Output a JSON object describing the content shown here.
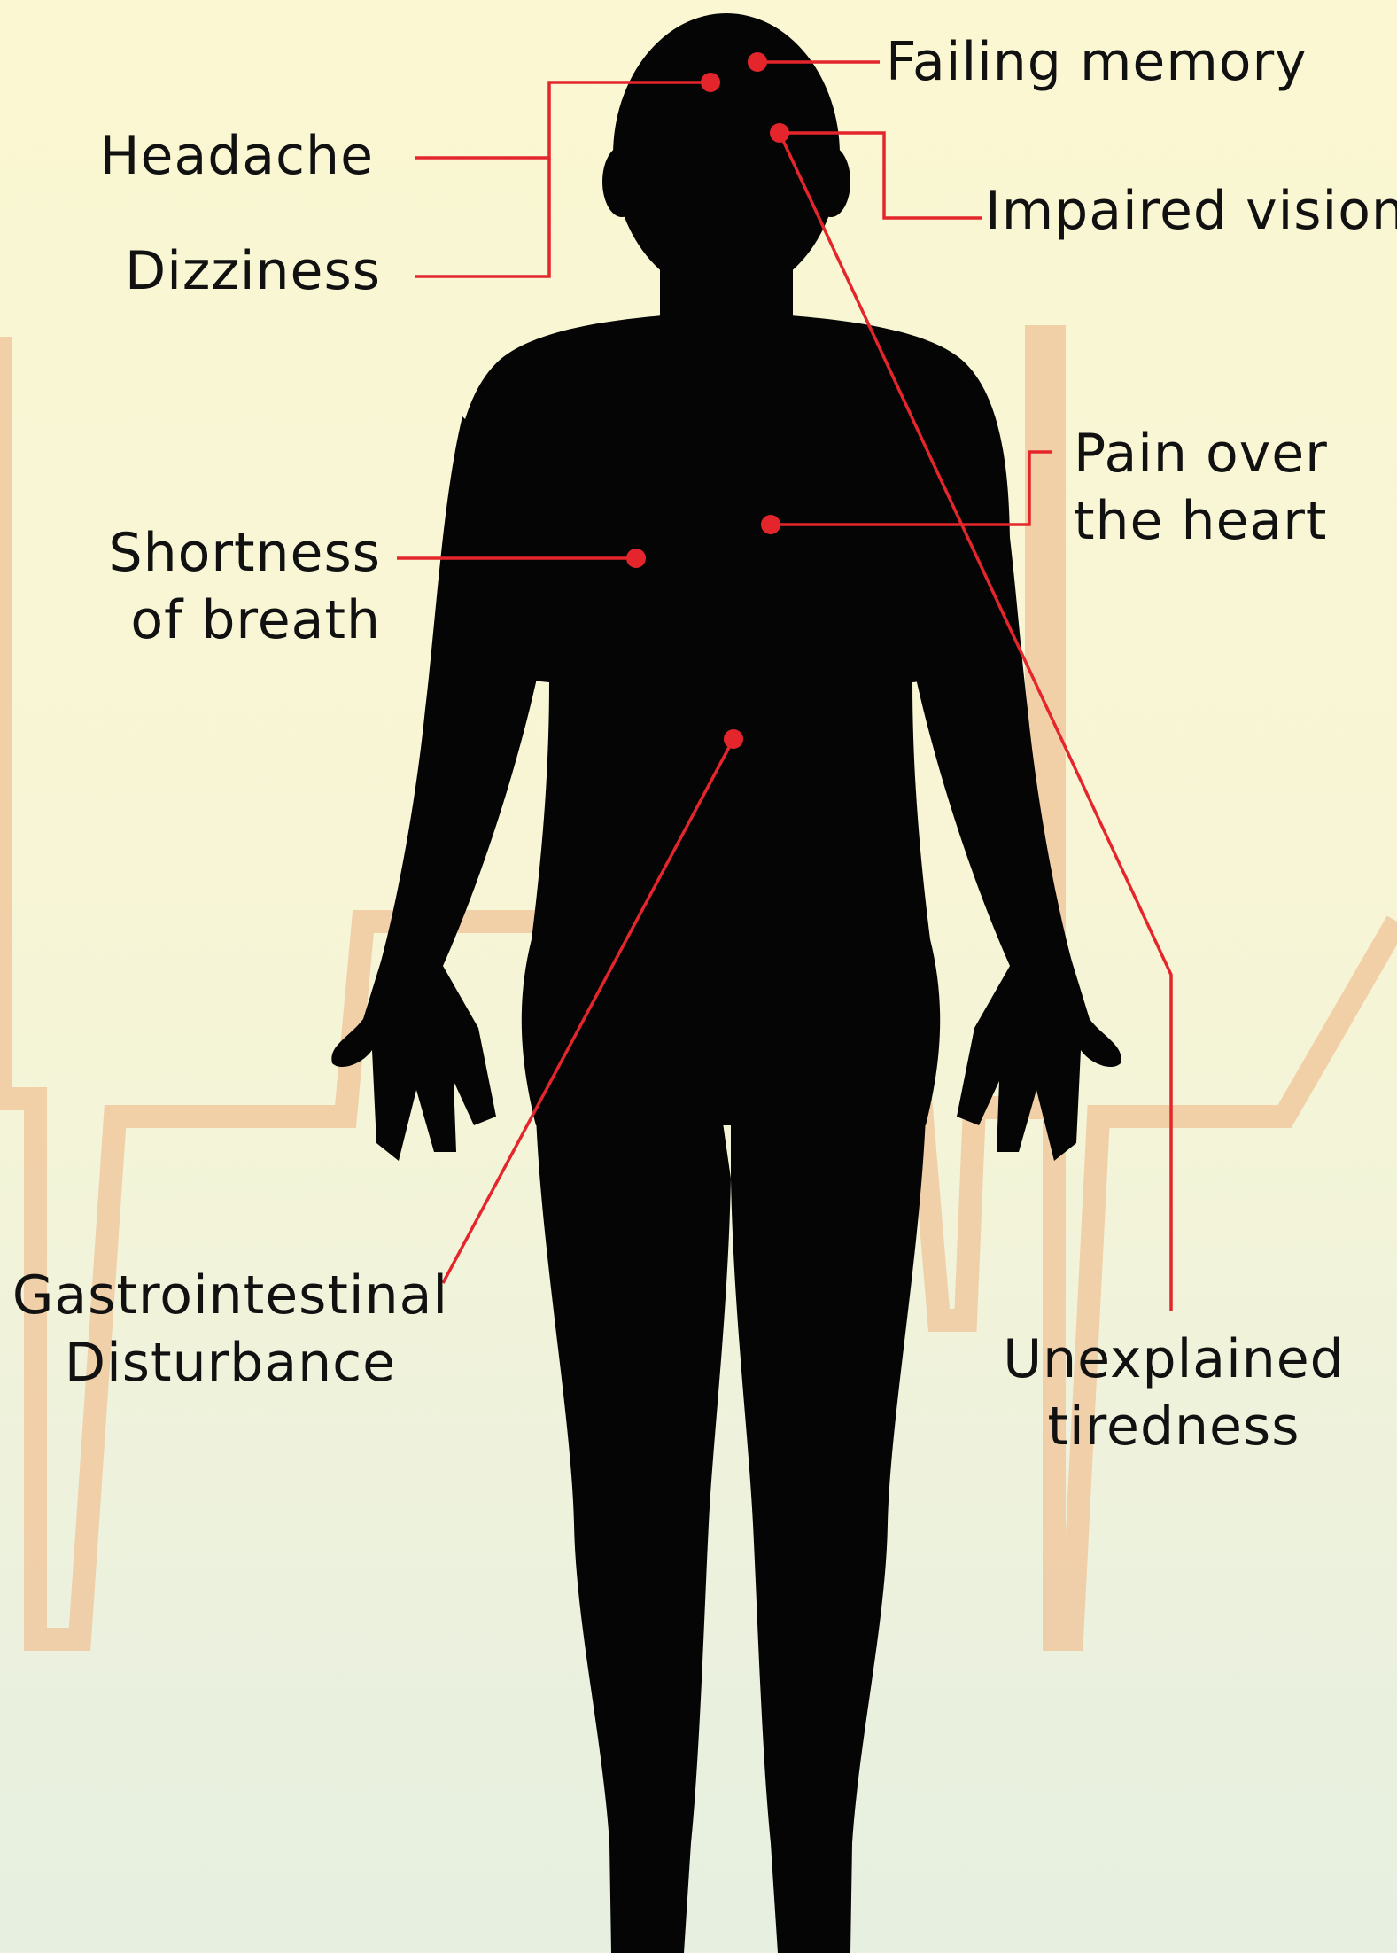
{
  "colors": {
    "callout": "#e4262c",
    "silhouette": "#050505",
    "ecg_trace": "#f0c9a0",
    "bg_top": "#faf7d2",
    "bg_bottom": "#e6efe0"
  },
  "symptoms": {
    "failing_memory": "Failing memory",
    "headache": "Headache",
    "dizziness": "Dizziness",
    "impaired_vision": "Impaired vision",
    "pain_heart": [
      "Pain over",
      "the heart"
    ],
    "shortness_breath": [
      "Shortness",
      "of breath"
    ],
    "gastro": [
      "Gastrointestinal",
      "Disturbance"
    ],
    "tiredness": [
      "Unexplained",
      "tiredness"
    ]
  }
}
